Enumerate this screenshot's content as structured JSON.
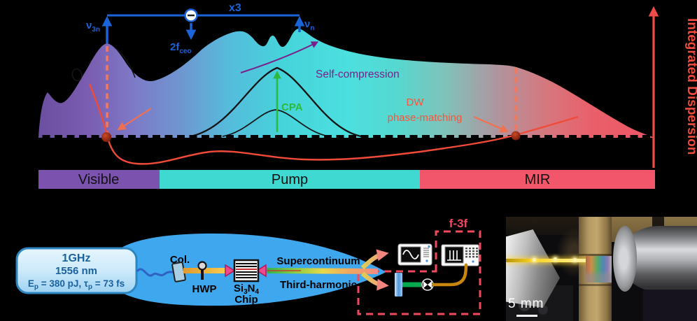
{
  "figure": {
    "upper": {
      "nu3n": {
        "base": "ν",
        "sub": "3n"
      },
      "nun": {
        "base": "ν",
        "sub": "n"
      },
      "times3": "x3",
      "two_fceo": {
        "base": "2f",
        "sub": "ceo"
      },
      "self_compression": "Self-compression",
      "cpa": "CPA",
      "dw_line1": "DW",
      "dw_line2": "phase-matching",
      "right_axis": "Integrated Dispersion",
      "bands": [
        {
          "label": "Visible",
          "color": "#7b53ae"
        },
        {
          "label": "Pump",
          "color": "#3fd9d2"
        },
        {
          "label": "MIR",
          "color": "#f2566b"
        }
      ]
    },
    "setup": {
      "laser_box": {
        "line1": "1GHz",
        "line2": "1556 nm",
        "line3": [
          "E",
          "p",
          " = 380 pJ, τ",
          "p",
          " = 73 fs"
        ]
      },
      "collimator": "Col.",
      "hwp": "HWP",
      "chip_line1": [
        "Si",
        "3",
        "N",
        "4"
      ],
      "chip_line2": "Chip",
      "beam_top": "Supercontinuum",
      "beam_bottom": "Third-harmonic",
      "interferometer": "f-3f"
    },
    "photo": {
      "scale_bar": "5 mm"
    },
    "colors": {
      "annotation_blue": "#1b63d8",
      "dispersion_red": "#f04b38",
      "axis_red": "#ee4c48",
      "cpa_green": "#2db93b",
      "compression_purple": "#7a1f8c",
      "dashed_salmon": "#f4785a",
      "f3f_red": "#f2495e",
      "blob_blue": "#3fa7ee"
    }
  }
}
